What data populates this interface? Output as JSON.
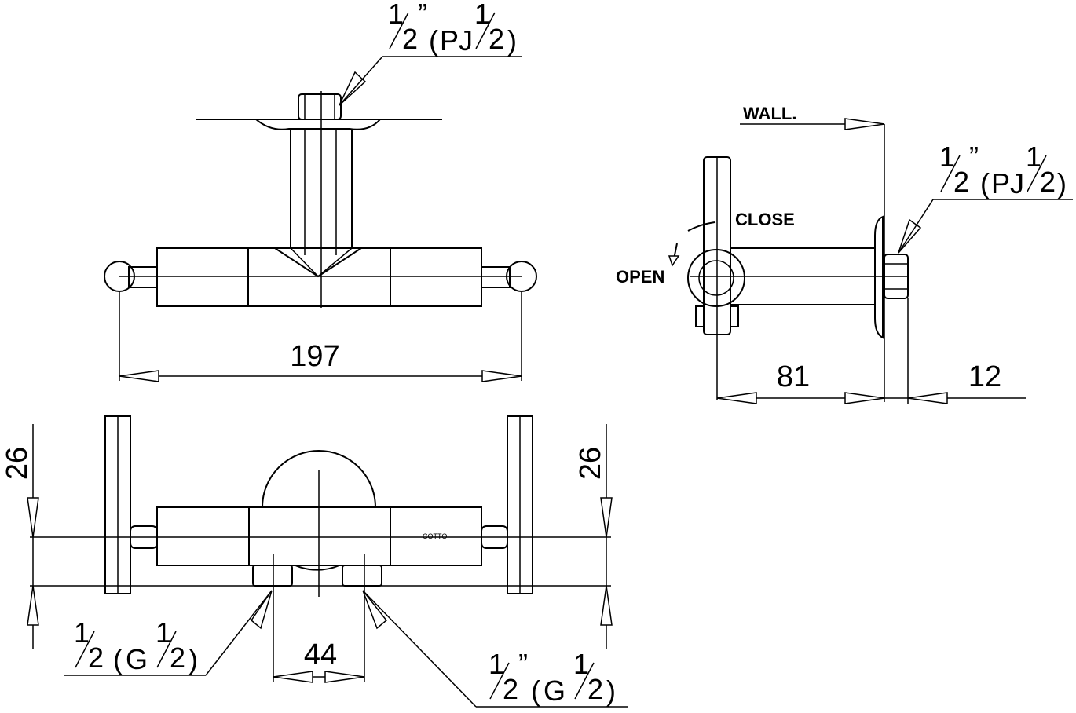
{
  "front_view": {
    "width_dim": "197",
    "inlet_label": {
      "num": "1",
      "den": "2",
      "mark": "”",
      "thread": "PJ",
      "thread_num": "1",
      "thread_den": "2"
    }
  },
  "side_view": {
    "wall_label": "WALL.",
    "close_label": "CLOSE",
    "open_label": "OPEN",
    "depth_dim": "81",
    "thread_dim": "12",
    "inlet_label": {
      "num": "1",
      "den": "2",
      "mark": "”",
      "thread": "PJ",
      "thread_num": "1",
      "thread_den": "2"
    }
  },
  "bottom_view": {
    "left_offset_dim": "26",
    "right_offset_dim": "26",
    "spacing_dim": "44",
    "brand_mark": "COTTO",
    "outlet_left_label": {
      "num": "1",
      "den": "2",
      "mark": "",
      "thread": "G",
      "thread_num": "1",
      "thread_den": "2"
    },
    "outlet_right_label": {
      "num": "1",
      "den": "2",
      "mark": "”",
      "thread": "G",
      "thread_num": "1",
      "thread_den": "2"
    }
  }
}
